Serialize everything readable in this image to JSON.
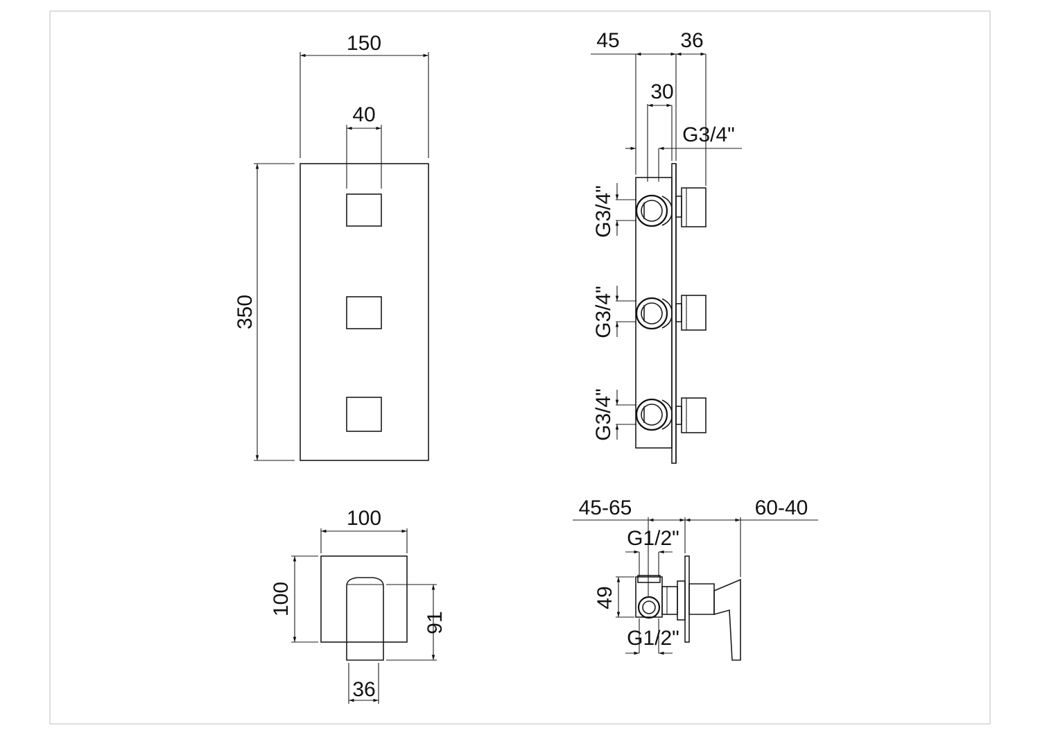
{
  "drawing": {
    "front_view": {
      "width_label": "150",
      "knob_width_label": "40",
      "height_label": "350"
    },
    "side_view": {
      "dim_top_left": "45",
      "dim_top_right": "36",
      "dim_mid": "30",
      "thread_top": "G3/4\"",
      "thread_port_1": "G3/4\"",
      "thread_port_2": "G3/4\"",
      "thread_port_3": "G3/4\""
    },
    "small_front_view": {
      "width_label": "100",
      "height_label": "100",
      "lever_height_label": "91",
      "lever_width_label": "36"
    },
    "small_side_view": {
      "depth_label": "45-65",
      "projection_label": "60-40",
      "thread_top": "G1/2\"",
      "thread_bottom": "G1/2\"",
      "height_label": "49"
    }
  }
}
